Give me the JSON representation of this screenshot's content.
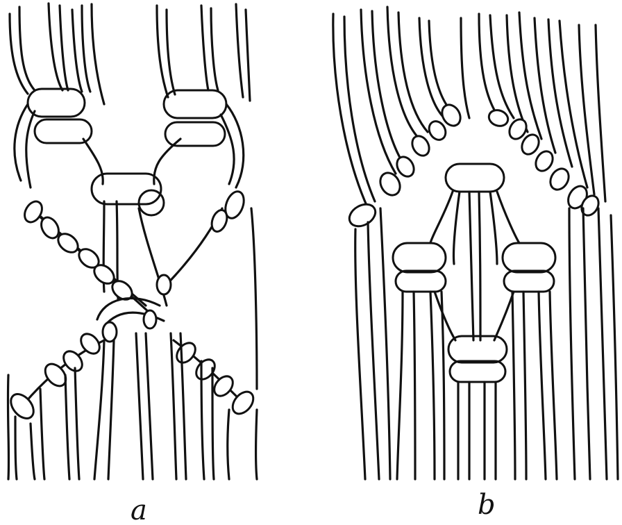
{
  "figure": {
    "panels": [
      {
        "id": "a",
        "caption": "a"
      },
      {
        "id": "b",
        "caption": "b"
      }
    ]
  }
}
